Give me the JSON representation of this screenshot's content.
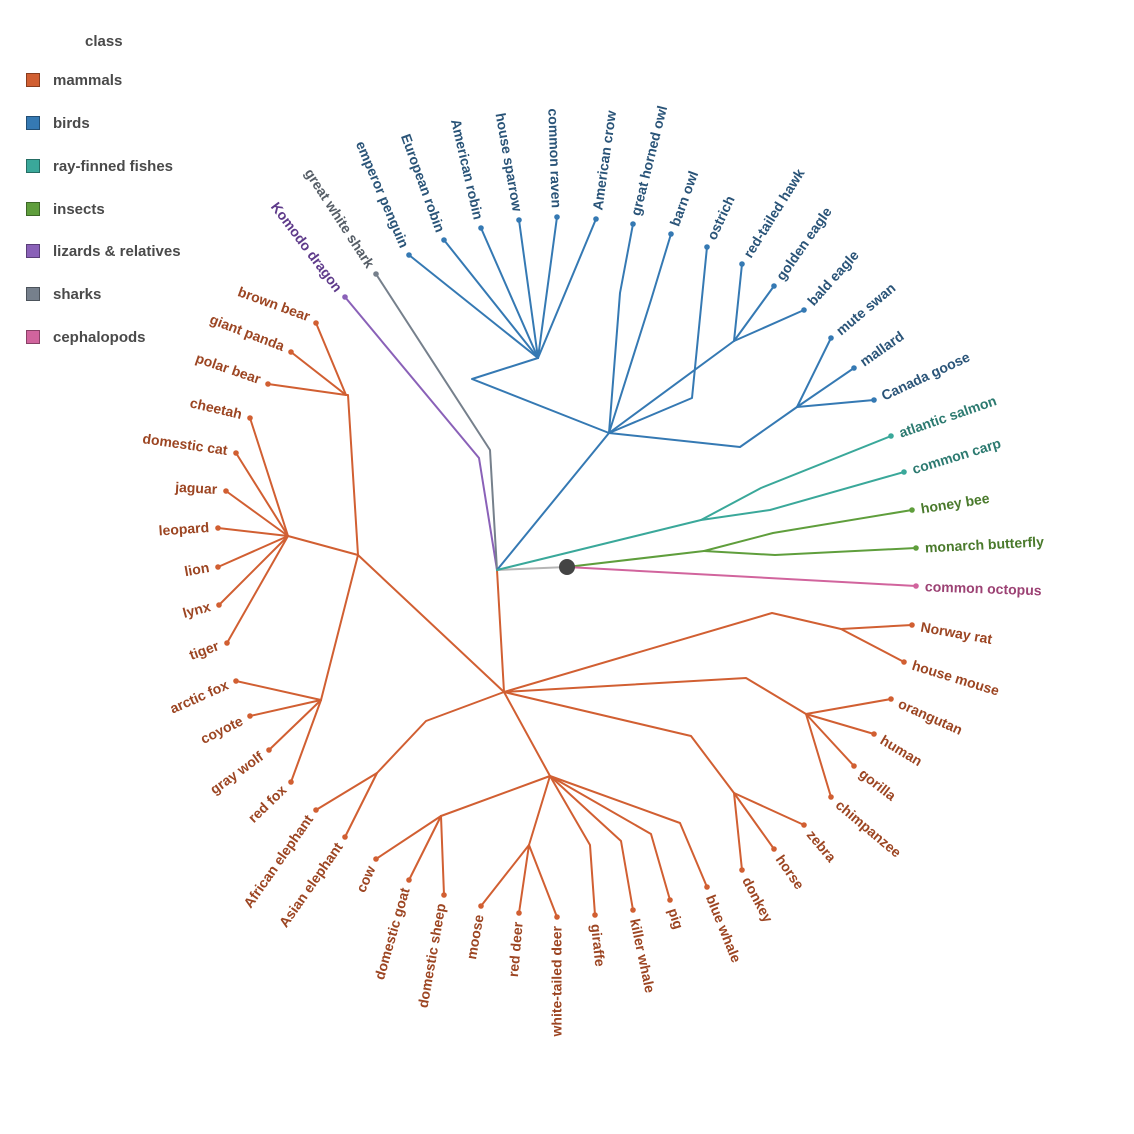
{
  "legend": {
    "title": "class",
    "items": [
      {
        "key": "mammals",
        "label": "mammals",
        "color": "#d15f32"
      },
      {
        "key": "birds",
        "label": "birds",
        "color": "#3579b3"
      },
      {
        "key": "fishes",
        "label": "ray-finned fishes",
        "color": "#3aa89a"
      },
      {
        "key": "insects",
        "label": "insects",
        "color": "#5f9e3c"
      },
      {
        "key": "lizards",
        "label": "lizards & relatives",
        "color": "#8a61b8"
      },
      {
        "key": "sharks",
        "label": "sharks",
        "color": "#76808c"
      },
      {
        "key": "cephalopods",
        "label": "cephalopods",
        "color": "#d1649d"
      }
    ]
  },
  "label_colors": {
    "mammals": "#9c4522",
    "birds": "#2a5478",
    "fishes": "#2c7a70",
    "insects": "#4a7a2c",
    "lizards": "#5e3a8a",
    "sharks": "#555d66",
    "cephalopods": "#9c4274"
  },
  "root_link_color": "#b5b5b5",
  "root_dot_color": "#444444",
  "tree": {
    "children": [
      {
        "children": [
          {
            "children": [
              {
                "children": [
                  {
                    "name": "brown bear",
                    "group": "mammals"
                  },
                  {
                    "name": "giant panda",
                    "group": "mammals"
                  },
                  {
                    "name": "polar bear",
                    "group": "mammals"
                  }
                ]
              },
              {
                "children": [
                  {
                    "name": "cheetah",
                    "group": "mammals"
                  },
                  {
                    "name": "domestic cat",
                    "group": "mammals"
                  },
                  {
                    "name": "jaguar",
                    "group": "mammals"
                  },
                  {
                    "name": "leopard",
                    "group": "mammals"
                  },
                  {
                    "name": "lion",
                    "group": "mammals"
                  },
                  {
                    "name": "lynx",
                    "group": "mammals"
                  },
                  {
                    "name": "tiger",
                    "group": "mammals"
                  }
                ]
              },
              {
                "children": [
                  {
                    "name": "arctic fox",
                    "group": "mammals"
                  },
                  {
                    "name": "coyote",
                    "group": "mammals"
                  },
                  {
                    "name": "gray wolf",
                    "group": "mammals"
                  },
                  {
                    "name": "red fox",
                    "group": "mammals"
                  }
                ]
              }
            ]
          },
          {
            "children": [
              {
                "name": "African elephant",
                "group": "mammals"
              },
              {
                "name": "Asian elephant",
                "group": "mammals"
              }
            ]
          },
          {
            "children": [
              {
                "children": [
                  {
                    "name": "cow",
                    "group": "mammals"
                  },
                  {
                    "name": "domestic goat",
                    "group": "mammals"
                  },
                  {
                    "name": "domestic sheep",
                    "group": "mammals"
                  }
                ]
              },
              {
                "children": [
                  {
                    "name": "moose",
                    "group": "mammals"
                  },
                  {
                    "name": "red deer",
                    "group": "mammals"
                  },
                  {
                    "name": "white-tailed deer",
                    "group": "mammals"
                  }
                ]
              },
              {
                "name": "giraffe",
                "group": "mammals"
              },
              {
                "name": "killer whale",
                "group": "mammals"
              },
              {
                "name": "pig",
                "group": "mammals"
              },
              {
                "name": "blue whale",
                "group": "mammals"
              }
            ]
          },
          {
            "children": [
              {
                "name": "donkey",
                "group": "mammals"
              },
              {
                "name": "horse",
                "group": "mammals"
              },
              {
                "name": "zebra",
                "group": "mammals"
              }
            ]
          },
          {
            "children": [
              {
                "name": "chimpanzee",
                "group": "mammals"
              },
              {
                "name": "gorilla",
                "group": "mammals"
              },
              {
                "name": "human",
                "group": "mammals"
              },
              {
                "name": "orangutan",
                "group": "mammals"
              }
            ]
          },
          {
            "children": [
              {
                "name": "house mouse",
                "group": "mammals"
              },
              {
                "name": "Norway rat",
                "group": "mammals"
              }
            ]
          }
        ]
      },
      {
        "children": [
          {
            "name": "Komodo dragon",
            "group": "lizards"
          },
          {
            "name": "great white shark",
            "group": "sharks"
          },
          {
            "children": [
              {
                "children": [
                  {
                    "name": "emperor penguin",
                    "group": "birds"
                  },
                  {
                    "name": "European robin",
                    "group": "birds"
                  },
                  {
                    "name": "American robin",
                    "group": "birds"
                  },
                  {
                    "name": "house sparrow",
                    "group": "birds"
                  },
                  {
                    "name": "common raven",
                    "group": "birds"
                  },
                  {
                    "name": "American crow",
                    "group": "birds"
                  }
                ]
              },
              {
                "name": "great horned owl",
                "group": "birds"
              },
              {
                "name": "barn owl",
                "group": "birds"
              },
              {
                "name": "ostrich",
                "group": "birds"
              },
              {
                "children": [
                  {
                    "name": "red-tailed hawk",
                    "group": "birds"
                  },
                  {
                    "name": "golden eagle",
                    "group": "birds"
                  },
                  {
                    "name": "bald eagle",
                    "group": "birds"
                  }
                ]
              },
              {
                "children": [
                  {
                    "name": "mute swan",
                    "group": "birds"
                  },
                  {
                    "name": "mallard",
                    "group": "birds"
                  },
                  {
                    "name": "Canada goose",
                    "group": "birds"
                  }
                ]
              }
            ]
          },
          {
            "children": [
              {
                "name": "atlantic salmon",
                "group": "fishes"
              },
              {
                "name": "common carp",
                "group": "fishes"
              }
            ]
          }
        ]
      },
      {
        "children": [
          {
            "name": "honey bee",
            "group": "insects"
          },
          {
            "name": "monarch butterfly",
            "group": "insects"
          }
        ]
      },
      {
        "name": "common octopus",
        "group": "cephalopods"
      }
    ]
  }
}
